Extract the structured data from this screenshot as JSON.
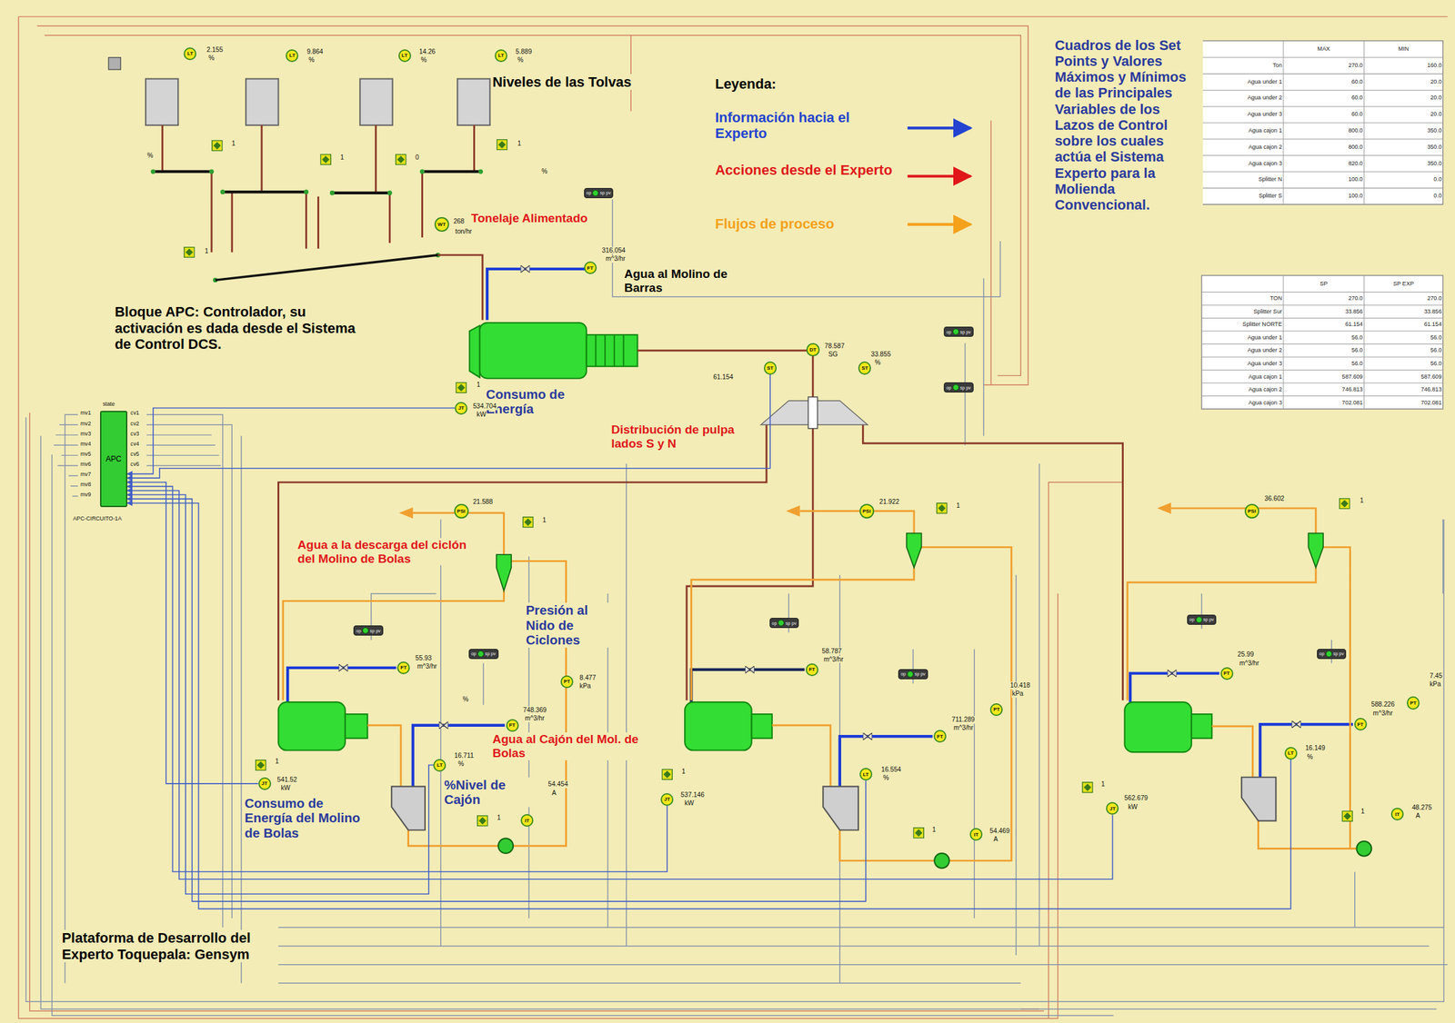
{
  "diagram": {
    "nodes": [
      {
        "text": [
          "LT"
        ]
      },
      {
        "text": [
          "LT"
        ]
      },
      {
        "text": [
          "LT"
        ]
      },
      {
        "text": [
          "LT"
        ]
      },
      {
        "text": [
          "op",
          "sp",
          "pv"
        ]
      },
      {
        "text": [
          "WT"
        ]
      },
      {
        "text": [
          "FT"
        ]
      },
      {
        "text": [
          "APC"
        ]
      },
      {
        "text": [
          "op",
          "sp",
          "pv"
        ]
      },
      {
        "text": [
          "op",
          "sp",
          "pv"
        ]
      },
      {
        "text": [
          "DT"
        ]
      },
      {
        "text": [
          "ST"
        ]
      },
      {
        "text": [
          "ST"
        ]
      },
      {
        "text": [
          "JT"
        ]
      },
      {
        "text": [
          "PSI"
        ]
      },
      {
        "text": [
          "op",
          "sp",
          "pv"
        ]
      },
      {
        "text": [
          "op",
          "sp",
          "pv"
        ]
      },
      {
        "text": [
          "FT"
        ]
      },
      {
        "text": [
          "PT"
        ]
      },
      {
        "text": [
          "FT"
        ]
      },
      {
        "text": [
          "LT"
        ]
      },
      {
        "text": [
          "JT"
        ]
      },
      {
        "text": [
          "IT"
        ]
      },
      {
        "text": [
          "PSI"
        ]
      },
      {
        "text": [
          "op",
          "sp",
          "pv"
        ]
      },
      {
        "text": [
          "op",
          "sp",
          "pv"
        ]
      },
      {
        "text": [
          "FT"
        ]
      },
      {
        "text": [
          "PT"
        ]
      },
      {
        "text": [
          "FT"
        ]
      },
      {
        "text": [
          "LT"
        ]
      },
      {
        "text": [
          "JT"
        ]
      },
      {
        "text": [
          "IT"
        ]
      },
      {
        "text": [
          "PSI"
        ]
      },
      {
        "text": [
          "op",
          "sp",
          "pv"
        ]
      },
      {
        "text": [
          "op",
          "sp",
          "pv"
        ]
      },
      {
        "text": [
          "FT"
        ]
      },
      {
        "text": [
          "PT"
        ]
      },
      {
        "text": [
          "FT"
        ]
      },
      {
        "text": [
          "LT"
        ]
      },
      {
        "text": [
          "JT"
        ]
      },
      {
        "text": [
          "IT"
        ]
      }
    ],
    "edges": [
      {
        "from": 13,
        "to": 7,
        "arrow": "to"
      },
      {
        "from": 11,
        "to": 7,
        "arrow": "to"
      },
      {
        "from": 21,
        "to": 7,
        "arrow": "to"
      },
      {
        "from": 30,
        "to": 7,
        "arrow": "to"
      },
      {
        "from": 39,
        "to": 7,
        "arrow": "to"
      },
      {
        "from": 20,
        "to": 7,
        "arrow": "to"
      },
      {
        "from": 29,
        "to": 7,
        "arrow": "to"
      },
      {
        "from": 38,
        "to": 7,
        "arrow": "to"
      }
    ],
    "labels": [
      "2.155",
      "%",
      "9.864",
      "%",
      "14.26",
      "%",
      "5.889",
      "%",
      "Niveles de las Tolvas",
      "%",
      "1",
      "1",
      "0",
      "1",
      "%",
      "1",
      "Tonelaje Alimentado",
      "268",
      "ton/hr",
      "316.054",
      "m^3/hr",
      "Agua al Molino de Barras",
      "Bloque APC: Controlador, su activación es dada desde el Sistema de Control DCS.",
      "1",
      "Consumo de Energía",
      "534.704",
      "kW",
      "78.587",
      "SG",
      "33.855",
      "%",
      "61.154",
      "Leyenda:",
      "Distribución de pulpa lados S y N",
      "state",
      "mv1",
      "mv2",
      "mv3",
      "mv4",
      "mv5",
      "mv6",
      "mv7",
      "mv8",
      "mv9",
      "cv1",
      "cv2",
      "cv3",
      "cv4",
      "cv5",
      "cv6",
      "APC-CIRCUITO-1A",
      "21.588",
      "1",
      "Agua a la descarga del ciclón del Molino de Bolas",
      "Presión al Nido de Ciclones",
      "55.93",
      "m^3/hr",
      "8.477",
      "kPa",
      "%",
      "748.369",
      "m^3/hr",
      "Agua al Cajón del Mol. de Bolas",
      "16.711",
      "%",
      "%Nivel de Cajón",
      "1",
      "541.52",
      "kW",
      "54.454",
      "A",
      "Consumo de Energía del Molino de Bolas",
      "1",
      "21.922",
      "1",
      "58.787",
      "m^3/hr",
      "10.418",
      "kPa",
      "711.289",
      "m^3/hr",
      "16.554",
      "%",
      "1",
      "537.146",
      "kW",
      "1",
      "54.469",
      "A",
      "36.602",
      "1",
      "25.99",
      "m^3/hr",
      "7.45",
      "kPa",
      "588.226",
      "m^3/hr",
      "16.149",
      "%",
      "1",
      "562.679",
      "kW",
      "1",
      "48.275",
      "A",
      "Plataforma de Desarrollo del Experto Toquepala: Gensym",
      "Cuadros de los Set Points y Valores Máximos y Mínimos de las Principales Variables de los Lazos de Control sobre los cuales actúa el Sistema Experto para la Molienda Convencional.",
      "MAX",
      "MIN",
      "Ton",
      "270.0",
      "160.0",
      "Agua under 1",
      "60.0",
      "20.0",
      "Agua under 2",
      "60.0",
      "20.0",
      "Agua under 3",
      "60.0",
      "20.0",
      "Agua cajon 1",
      "800.0",
      "350.0",
      "Agua cajon 2",
      "800.0",
      "350.0",
      "Agua cajon 3",
      "820.0",
      "350.0",
      "Splitter N",
      "100.0",
      "0.0",
      "Splitter S",
      "100.0",
      "0.0",
      "SP",
      "SP EXP",
      "TON",
      "270.0",
      "270.0",
      "Splitter Sur",
      "33.856",
      "33.856",
      "Splitter NORTE",
      "61.154",
      "61.154",
      "Agua under 1",
      "56.0",
      "56.0",
      "Agua under 2",
      "56.0",
      "56.0",
      "Agua under 3",
      "56.0",
      "56.0",
      "Agua cajon 1",
      "587.609",
      "587.609",
      "Agua cajon 2",
      "746.813",
      "746.813",
      "Agua cajon 3",
      "702.081",
      "702.081"
    ],
    "legend": [
      {
        "text": "Información hacia el Experto"
      },
      {
        "text": "Acciones desde el Experto"
      },
      {
        "text": "Flujos de proceso"
      }
    ]
  }
}
